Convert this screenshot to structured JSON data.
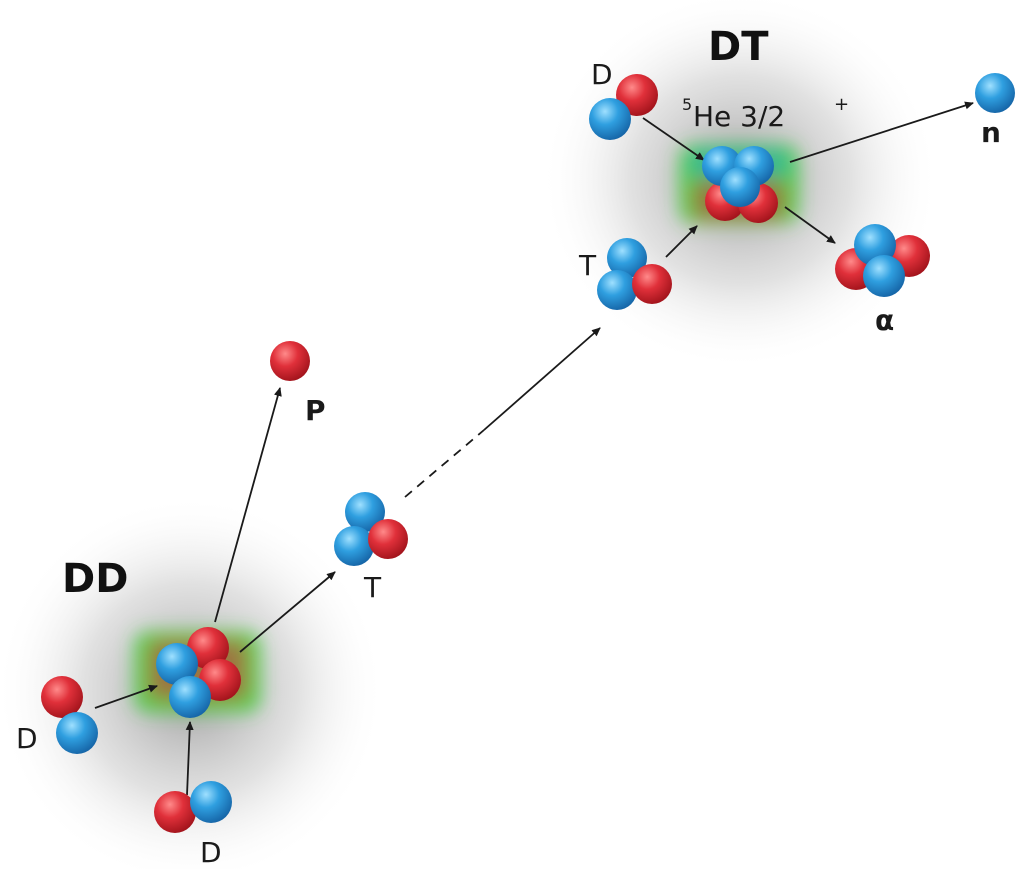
{
  "colors": {
    "proton": "#e0303a",
    "neutron": "#2f9fe0",
    "arrow": "#1a1a1a",
    "halo": "#9a9a9a",
    "glow": "#3ecf3e"
  },
  "regions": {
    "dd": {
      "label": "DD"
    },
    "dt": {
      "label": "DT"
    }
  },
  "labels": {
    "d_left": "D",
    "d_bottom": "D",
    "p_out": "P",
    "t_mid": "T",
    "d_top": "D",
    "t_in": "T",
    "he5": "He 3/2",
    "he5_mass": "5",
    "he5_spin": "+",
    "n_out": "n",
    "alpha_out": "α"
  }
}
